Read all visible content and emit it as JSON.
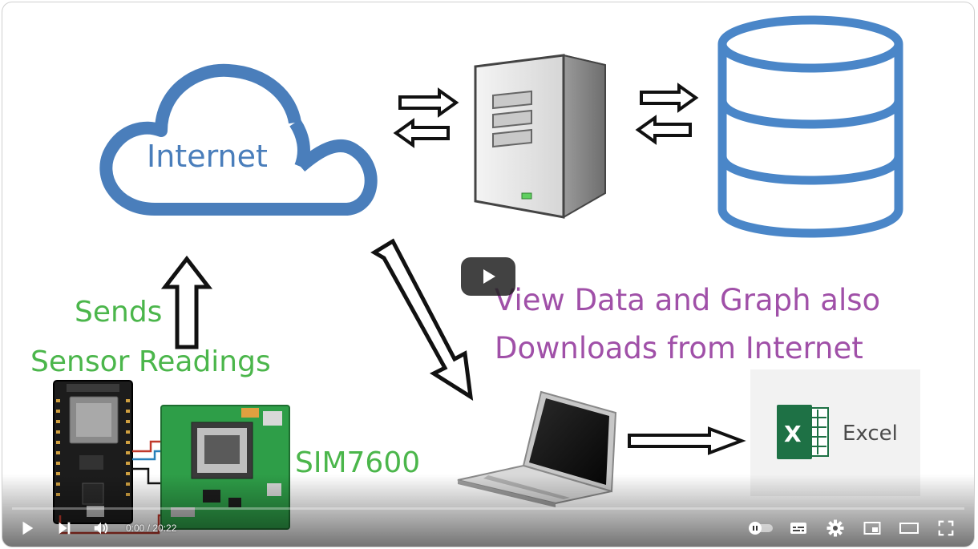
{
  "thumbnail": {
    "cloud_label": "Internet",
    "sends_label": "Sends",
    "sensor_label": "Sensor Readings",
    "module_label": "SIM7600",
    "view_line1": "View Data and Graph also",
    "view_line2": "Downloads from Internet",
    "excel_label": "Excel",
    "excel_letter": "X"
  },
  "player": {
    "current_time": "0:00",
    "duration": "20:22",
    "time_display": "0:00 / 20:22",
    "progress_fraction": 0,
    "autoplay_on": false
  },
  "colors": {
    "cloud_blue": "#4a7ebb",
    "database_blue": "#4a86c8",
    "green_text": "#4bb64b",
    "purple_text": "#a050a8",
    "excel_green": "#1e7145",
    "pcb_green": "#2e9e48",
    "progress_red": "#ff0000"
  },
  "icons": {
    "play": "play-icon",
    "next": "next-icon",
    "volume": "volume-icon",
    "autoplay": "autoplay-toggle-icon",
    "subtitles": "subtitles-icon",
    "settings": "gear-icon",
    "miniplayer": "miniplayer-icon",
    "theater": "theater-icon",
    "fullscreen": "fullscreen-icon"
  }
}
